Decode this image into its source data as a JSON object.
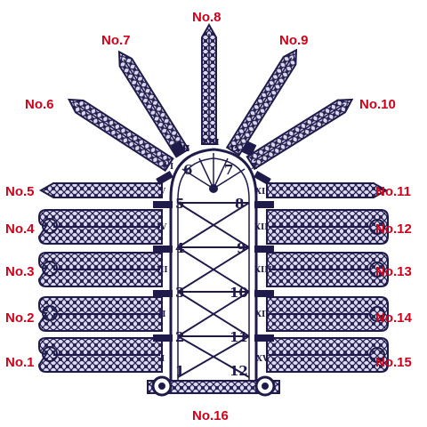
{
  "labels": {
    "no1": "No.1",
    "no2": "No.2",
    "no3": "No.3",
    "no4": "No.4",
    "no5": "No.5",
    "no6": "No.6",
    "no7": "No.7",
    "no8": "No.8",
    "no9": "No.9",
    "no10": "No.10",
    "no11": "No.11",
    "no12": "No.12",
    "no13": "No.13",
    "no14": "No.14",
    "no15": "No.15",
    "no16": "No.16"
  },
  "bay_numbers": {
    "n1": "1",
    "n2": "2",
    "n3": "3",
    "n4": "4",
    "n5": "5",
    "n6": "6",
    "n7": "7",
    "n8": "8",
    "n9": "9",
    "n10": "10",
    "n11": "11",
    "n12": "12"
  },
  "roman": {
    "left": [
      "I",
      "II",
      "III",
      "IV",
      "V",
      "VI",
      "VII"
    ],
    "center": "VIII",
    "right": [
      "IX",
      "X",
      "XI",
      "XII",
      "XIII",
      "XIV",
      "XV"
    ]
  },
  "colors": {
    "label": "#d0021b",
    "ink": "#1e1b4a",
    "paper": "#ffffff",
    "pattern": "#dcd8ee"
  }
}
